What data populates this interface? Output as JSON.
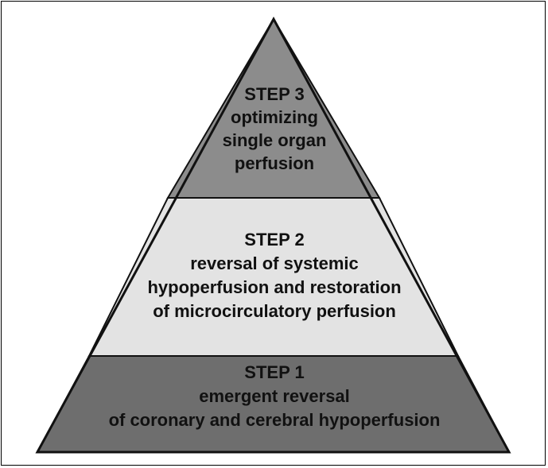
{
  "colors": {
    "top_tier": "#8c8c8c",
    "middle_tier": "#e3e3e3",
    "bottom_tier": "#6e6e6e",
    "outline": "#111111",
    "text": "#111111"
  },
  "tiers": [
    {
      "step": "STEP 3",
      "lines": [
        "optimizing",
        "single organ",
        "perfusion"
      ]
    },
    {
      "step": "STEP 2",
      "lines": [
        "reversal of systemic",
        "hypoperfusion and restoration",
        "of microcirculatory perfusion"
      ]
    },
    {
      "step": "STEP 1",
      "lines": [
        "emergent reversal",
        "of coronary and cerebral hypoperfusion"
      ]
    }
  ]
}
